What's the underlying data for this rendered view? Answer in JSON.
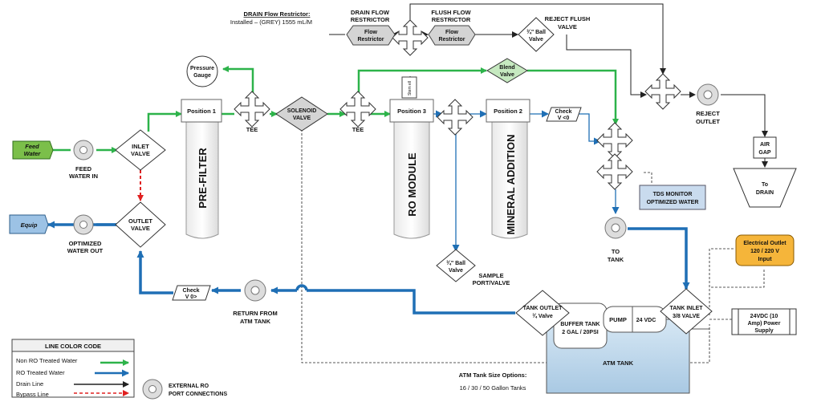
{
  "colors": {
    "green": "#2db34a",
    "blue": "#1f6fb5",
    "black": "#222222",
    "red": "#e02020",
    "feed_fill": "#7bbf4a",
    "equip_fill": "#9cc2e5",
    "blend_fill": "#c6e9c0",
    "tank_fill": "#b7d4ea",
    "outlet_fill": "#f5b53a",
    "tds_fill": "#c9dbee",
    "gray_fill": "#d4d4d4"
  },
  "header": {
    "drain_title": "DRAIN Flow Restrictor:",
    "drain_detail": "Installed – (GREY) 1555 mL/M"
  },
  "labels": {
    "feed_water_tag_1": "Feed",
    "feed_water_tag_2": "Water",
    "feed_water_in_1": "FEED",
    "feed_water_in_2": "WATER IN",
    "equip_tag": "Equip",
    "optimized_out_1": "OPTIMIZED",
    "optimized_out_2": "WATER OUT",
    "inlet_valve_1": "INLET",
    "inlet_valve_2": "VALVE",
    "outlet_valve_1": "OUTLET",
    "outlet_valve_2": "VALVE",
    "pressure_gauge_1": "Pressure",
    "pressure_gauge_2": "Gauge",
    "position1": "Position 1",
    "prefilter": "PRE-FILTER",
    "tee1": "TEE",
    "solenoid_1": "SOLENOID",
    "solenoid_2": "VALVE",
    "tee2": "TEE",
    "position3": "Position 3",
    "ro_module": "RO MODULE",
    "stem_elbow": "Stem ell",
    "position2": "Position 2",
    "mineral": "MINERAL ADDITION",
    "drain_fr_1": "DRAIN FLOW",
    "drain_fr_2": "RESTRICTOR",
    "drain_fr_box_1": "Flow",
    "drain_fr_box_2": "Restrictor",
    "flush_fr_1": "FLUSH FLOW",
    "flush_fr_2": "RESTRICTOR",
    "flush_fr_box_1": "Flow",
    "flush_fr_box_2": "Restrictor",
    "ball_valve_top_1": "¾\" Ball",
    "ball_valve_top_2": "Valve",
    "reject_flush_1": "REJECT FLUSH",
    "reject_flush_2": "VALVE",
    "blend_1": "Blend",
    "blend_2": "Valve",
    "check_top_1": "Check",
    "check_top_2": "V <0",
    "reject_outlet_1": "REJECT",
    "reject_outlet_2": "OUTLET",
    "air_gap_1": "AIR",
    "air_gap_2": "GAP",
    "drain_1": "To",
    "drain_2": "DRAIN",
    "tds_1": "TDS MONITOR",
    "tds_2": "OPTIMIZED WATER",
    "to_tank_1": "TO",
    "to_tank_2": "TANK",
    "sample_ball_1": "¾\" Ball",
    "sample_ball_2": "Valve",
    "sample_port_1": "SAMPLE",
    "sample_port_2": "PORT/VALVE",
    "elec_1": "Electrical Outlet",
    "elec_2": "120 / 220 V",
    "elec_3": "Input",
    "psu_1": "24VDC (10",
    "psu_2": "Amp) Power",
    "psu_3": "Supply",
    "check_bottom_1": "Check",
    "check_bottom_2": "V 0>",
    "return_atm_1": "RETURN FROM",
    "return_atm_2": "ATM TANK",
    "tank_outlet_1": "TANK OUTLET",
    "tank_outlet_2": "¾ Valve",
    "buffer_1": "BUFFER TANK",
    "buffer_2": "2 GAL / 20PSI",
    "pump": "PUMP",
    "pump_v": "24 VDC",
    "tank_inlet_1": "TANK INLET",
    "tank_inlet_2": "3/8 VALVE",
    "atm_tank": "ATM TANK",
    "tank_sizes_1": "ATM Tank Size Options:",
    "tank_sizes_2": "16 / 30 / 50 Gallon Tanks",
    "ext_ro_1": "EXTERNAL RO",
    "ext_ro_2": "PORT CONNECTIONS"
  },
  "legend": {
    "title": "LINE COLOR CODE",
    "items": [
      "Non RO Treated Water",
      "RO Treated Water",
      "Drain Line",
      "Bypass Line"
    ]
  }
}
